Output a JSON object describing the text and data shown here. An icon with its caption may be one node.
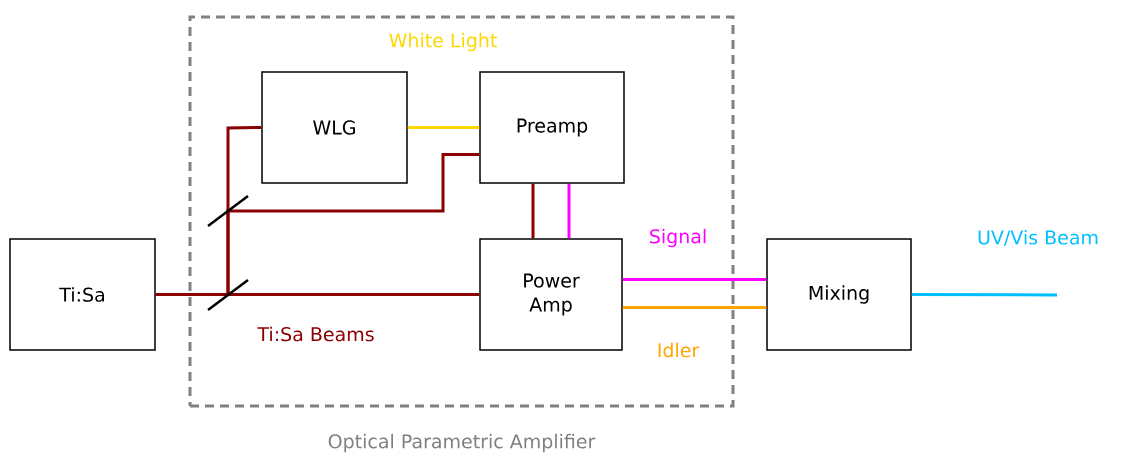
{
  "diagram": {
    "nodes": [
      {
        "text": [
          "Optical Parametric Amplifier"
        ]
      },
      {
        "text": [
          "Ti:Sa"
        ]
      },
      {
        "text": [
          "WLG"
        ],
        "in": 0
      },
      {
        "text": [
          "Preamp"
        ],
        "in": 0
      },
      {
        "text": [
          "Power Amp"
        ],
        "in": 0
      },
      {
        "text": [
          "Mixing"
        ]
      }
    ],
    "edges": [
      {
        "from": 1,
        "to": 4,
        "arrow": "none",
        "label": "Ti:Sa Beams"
      },
      {
        "from": 1,
        "to": 2,
        "arrow": "none"
      },
      {
        "from": 1,
        "to": 3,
        "arrow": "none"
      },
      {
        "from": 2,
        "to": 3,
        "arrow": "none",
        "label": "White Light",
        "color": "#ffd700"
      },
      {
        "from": 3,
        "to": 4,
        "arrow": "none"
      },
      {
        "from": 3,
        "to": 4,
        "arrow": "none",
        "color": "#ff00ff"
      },
      {
        "from": 4,
        "to": 5,
        "arrow": "none",
        "label": "Signal",
        "color": "#ff00ff"
      },
      {
        "from": 4,
        "to": 5,
        "arrow": "none",
        "label": "Idler",
        "color": "#ffa500"
      },
      {
        "from": 5,
        "to": null,
        "arrow": "none",
        "label": "UV/Vis Beam",
        "color": "#00bfff"
      }
    ]
  }
}
